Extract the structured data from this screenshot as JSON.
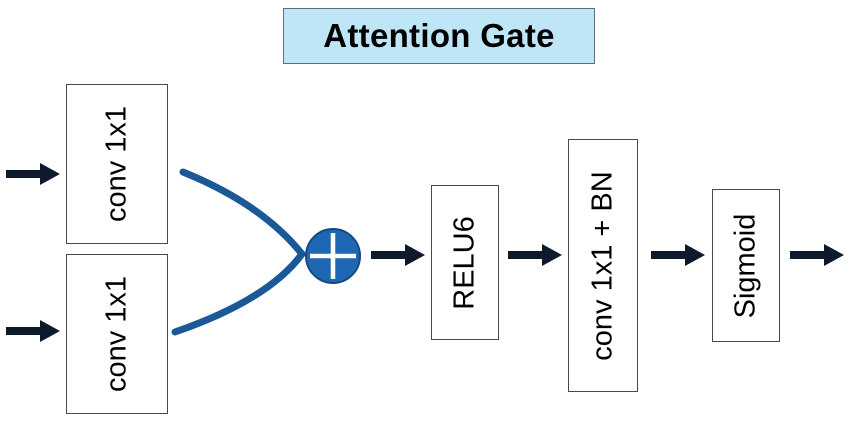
{
  "title": "Attention Gate",
  "blocks": {
    "conv_top": "conv 1x1",
    "conv_bottom": "conv 1x1",
    "relu": "RELU6",
    "conv_bn": "conv 1x1 + BN",
    "sigmoid": "Sigmoid"
  },
  "colors": {
    "title_fill": "#bfe6f7",
    "curve": "#1a5896",
    "add_node": "#1f67b3",
    "arrow": "#0d1a2b"
  },
  "icons": {
    "add_node": "circled-plus-icon",
    "arrow": "right-arrow-icon"
  }
}
